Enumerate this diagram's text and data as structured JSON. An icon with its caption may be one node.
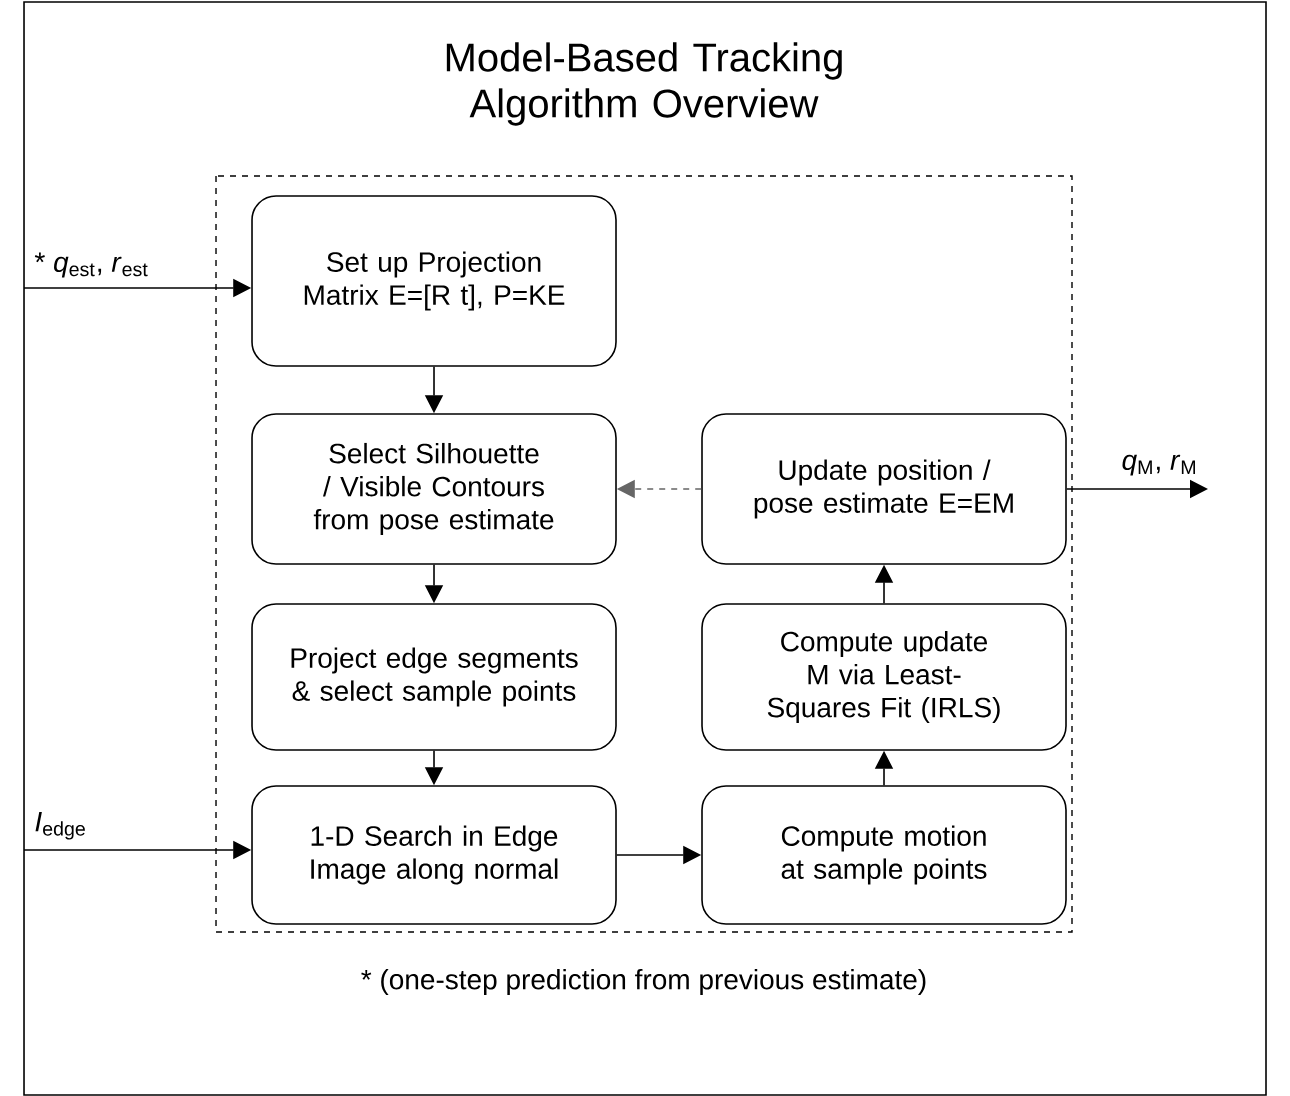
{
  "diagram": {
    "title": "Model-Based Tracking Algorithm Overview",
    "nodes": [
      {
        "text": [
          "* *q*$_{est}$, *r*$_{est}$"
        ]
      },
      {
        "text": [
          "Set up Projection Matrix E=[R t], P=KE"
        ]
      },
      {
        "text": [
          "Select Silhouette / Visible Contours from pose estimate"
        ]
      },
      {
        "text": [
          "Project edge segments & select sample points"
        ]
      },
      {
        "text": [
          "1-D Search in Edge Image along normal"
        ]
      },
      {
        "text": [
          "*I*$_{edge}$"
        ]
      },
      {
        "text": [
          "Compute motion at sample points"
        ]
      },
      {
        "text": [
          "Compute update M via Least-Squares Fit (IRLS)"
        ]
      },
      {
        "text": [
          "Update position / pose estimate E=EM"
        ]
      },
      {
        "text": [
          "*q*$_{M}$, *r*$_{M}$"
        ]
      }
    ],
    "edges": [
      {
        "from": 0,
        "to": 1,
        "arrow": "to"
      },
      {
        "from": 1,
        "to": 2,
        "arrow": "to"
      },
      {
        "from": 2,
        "to": 3,
        "arrow": "to"
      },
      {
        "from": 3,
        "to": 4,
        "arrow": "to"
      },
      {
        "from": 5,
        "to": 4,
        "arrow": "to"
      },
      {
        "from": 4,
        "to": 6,
        "arrow": "to"
      },
      {
        "from": 6,
        "to": 7,
        "arrow": "to"
      },
      {
        "from": 7,
        "to": 8,
        "arrow": "to"
      },
      {
        "from": 8,
        "to": 2,
        "arrow": "to",
        "style": "dashed",
        "color": "#666666"
      },
      {
        "from": 8,
        "to": 9,
        "arrow": "to"
      }
    ],
    "labels": [
      "* (one-step prediction from previous estimate)"
    ]
  }
}
